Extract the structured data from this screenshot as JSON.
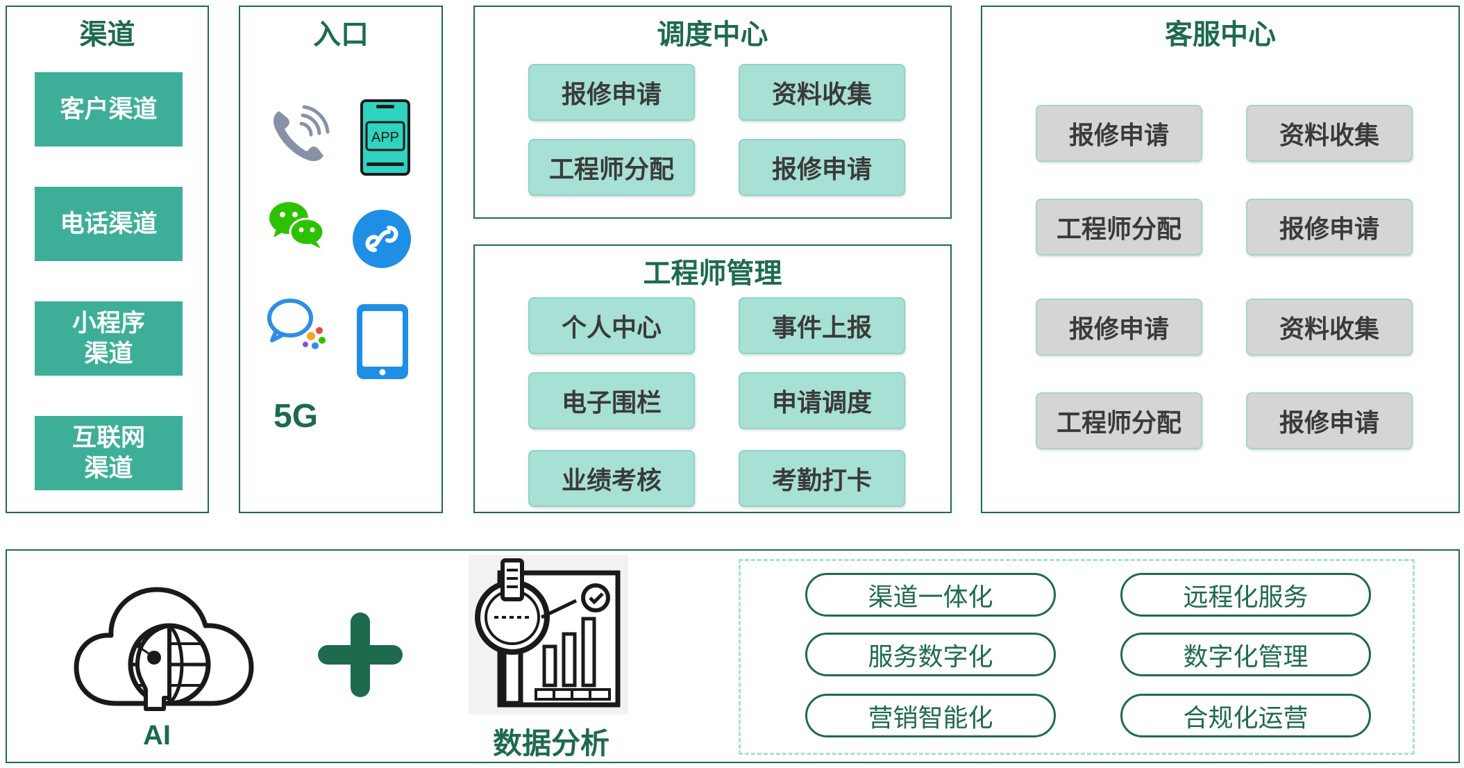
{
  "channels": {
    "title": "渠道",
    "items": [
      {
        "label": "客户渠道"
      },
      {
        "label": "电话渠道"
      },
      {
        "label": "小程序\n渠道"
      },
      {
        "label": "互联网\n渠道"
      }
    ]
  },
  "entry": {
    "title": "入口",
    "app_icon_text": "APP",
    "fiveg_label": "5G",
    "icons": [
      "phone-icon",
      "app-icon",
      "wechat-icon",
      "mini-program-icon",
      "chat-icon",
      "tablet-icon"
    ]
  },
  "dispatch": {
    "title": "调度中心",
    "items": [
      "报修申请",
      "资料收集",
      "工程师分配",
      "报修申请"
    ]
  },
  "engineer": {
    "title": "工程师管理",
    "items": [
      "个人中心",
      "事件上报",
      "电子围栏",
      "申请调度",
      "业绩考核",
      "考勤打卡"
    ]
  },
  "service": {
    "title": "客服中心",
    "items": [
      "报修申请",
      "资料收集",
      "工程师分配",
      "报修申请",
      "报修申请",
      "资料收集",
      "工程师分配",
      "报修申请"
    ]
  },
  "bottom": {
    "ai_label": "AI",
    "data_label": "数据分析",
    "features": [
      "渠道一体化",
      "远程化服务",
      "服务数字化",
      "数字化管理",
      "营销智能化",
      "合规化运营"
    ]
  },
  "colors": {
    "dark_green": "#1e6a4d",
    "channel_green": "#3daf98",
    "module_mint": "#a7e0d4",
    "module_grey": "#d5d5d5"
  }
}
